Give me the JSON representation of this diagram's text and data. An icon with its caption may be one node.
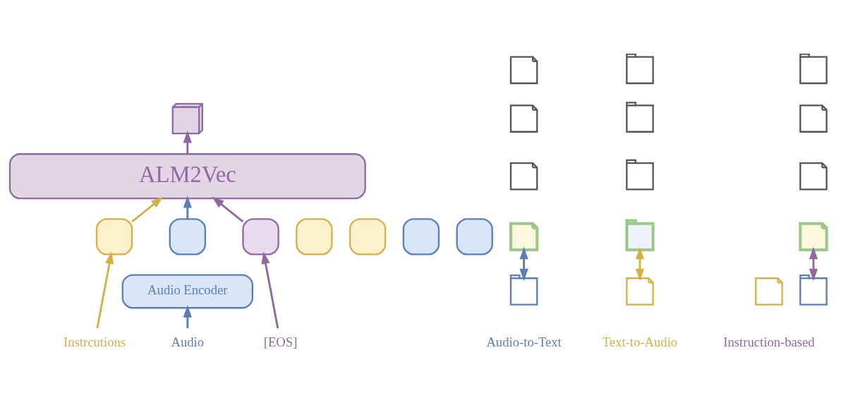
{
  "diagram": {
    "nodes": [
      {
        "text": [
          "ALM2Vec"
        ]
      },
      {
        "text": [],
        "shape": "cube"
      },
      {
        "text": [],
        "shape": "box"
      },
      {
        "text": [],
        "shape": "box"
      },
      {
        "text": [],
        "shape": "box"
      },
      {
        "text": [],
        "shape": "box"
      },
      {
        "text": [],
        "shape": "box"
      },
      {
        "text": [],
        "shape": "box"
      },
      {
        "text": [],
        "shape": "box"
      },
      {
        "text": [
          "Audio Encoder"
        ]
      },
      {
        "text": [
          "Instrcutions"
        ]
      },
      {
        "text": [
          "Audio"
        ]
      },
      {
        "text": [
          "[EOS]"
        ]
      },
      {
        "text": [],
        "shape": "audio"
      },
      {
        "text": [],
        "shape": "document"
      },
      {
        "text": [],
        "shape": "document"
      },
      {
        "text": [],
        "shape": "document"
      },
      {
        "text": [],
        "shape": "document"
      },
      {
        "text": [],
        "shape": "document"
      },
      {
        "text": [],
        "shape": "audio"
      },
      {
        "text": [],
        "shape": "audio"
      },
      {
        "text": [],
        "shape": "audio"
      },
      {
        "text": [],
        "shape": "audio"
      },
      {
        "text": [],
        "shape": "document"
      },
      {
        "text": [],
        "shape": "audio"
      },
      {
        "text": [],
        "shape": "document"
      },
      {
        "text": [],
        "shape": "document"
      },
      {
        "text": [],
        "shape": "document"
      },
      {
        "text": [],
        "shape": "audio"
      }
    ],
    "edges": [
      {
        "from": 3,
        "to": 0,
        "arrow": "to",
        "color": "#d4b04a"
      },
      {
        "from": 6,
        "to": 0,
        "arrow": "to",
        "color": "#5b7fb5"
      },
      {
        "from": 8,
        "to": 0,
        "arrow": "to"
      },
      {
        "from": 0,
        "to": 1,
        "arrow": "to"
      },
      {
        "from": 10,
        "to": 3,
        "arrow": "to",
        "color": "#d4b04a"
      },
      {
        "from": 11,
        "to": 9,
        "arrow": "to",
        "color": "#5b7fb5"
      },
      {
        "from": 12,
        "to": 8,
        "arrow": "to"
      },
      {
        "from": 13,
        "to": 14,
        "arrow": "both",
        "color": "#5b7fb5"
      },
      {
        "from": 18,
        "to": 19,
        "arrow": "both",
        "color": "#d4b04a"
      },
      {
        "from": 24,
        "to": 25,
        "arrow": "both"
      }
    ],
    "labels": [
      "Audio-to-Text",
      "Text-to-Audio",
      "Instruction-based"
    ]
  }
}
